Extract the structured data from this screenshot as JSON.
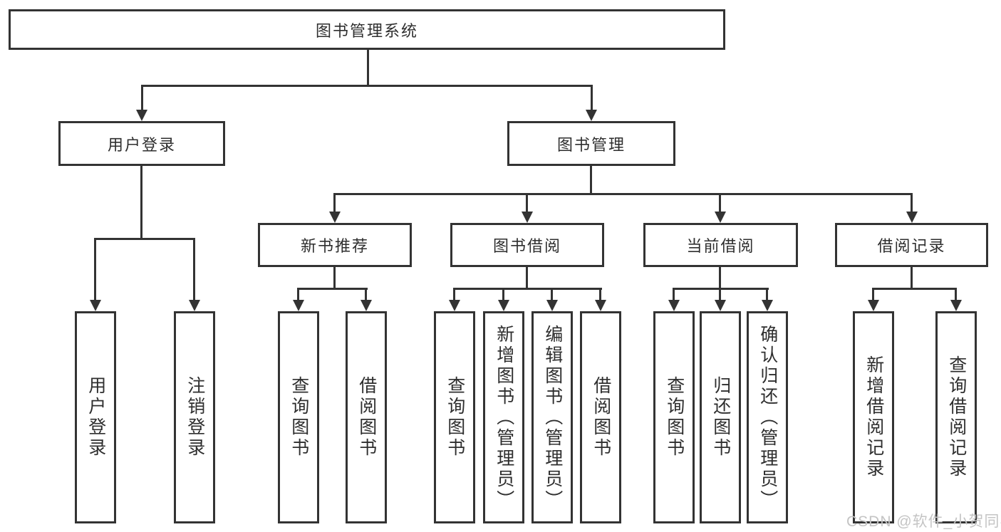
{
  "diagram_type": "hierarchy-tree",
  "tree": {
    "root": {
      "label": "图书管理系统"
    },
    "user_login": {
      "label": "用户登录",
      "children": {
        "login": {
          "label": "用户登录"
        },
        "logout": {
          "label": "注销登录"
        }
      }
    },
    "book_mgmt": {
      "label": "图书管理",
      "children": {
        "new_rec": {
          "label": "新书推荐",
          "children": {
            "query": {
              "label": "查询图书"
            },
            "borrow": {
              "label": "借阅图书"
            }
          }
        },
        "borrow": {
          "label": "图书借阅",
          "children": {
            "query": {
              "label": "查询图书"
            },
            "add": {
              "label": "新增图书（管理员）"
            },
            "edit": {
              "label": "编辑图书（管理员）"
            },
            "borrow": {
              "label": "借阅图书"
            }
          }
        },
        "current": {
          "label": "当前借阅",
          "children": {
            "query": {
              "label": "查询图书"
            },
            "return": {
              "label": "归还图书"
            },
            "confirm": {
              "label": "确认归还（管理员）"
            }
          }
        },
        "records": {
          "label": "借阅记录",
          "children": {
            "add": {
              "label": "新增借阅记录"
            },
            "query": {
              "label": "查询借阅记录"
            }
          }
        }
      }
    }
  },
  "watermark": {
    "text": "CSDN @软件_小贺同学"
  },
  "colors": {
    "line": "#333333",
    "text": "#2e2e2e",
    "box_background": "#ffffff",
    "page_background": "#ffffff",
    "watermark": "#c4c4c4"
  }
}
